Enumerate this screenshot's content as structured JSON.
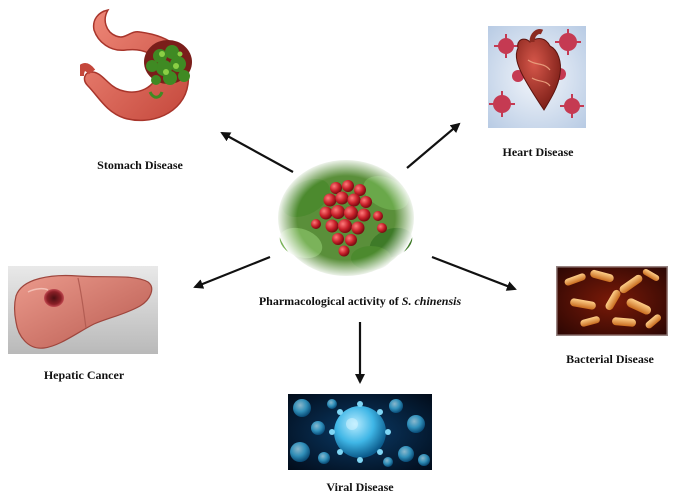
{
  "center": {
    "title_prefix": "Pharmacological activity of ",
    "title_species": "S. chinensis",
    "image": "schisandra-berries-illustration"
  },
  "nodes": [
    {
      "id": "stomach",
      "label": "Stomach Disease",
      "image": "stomach-illustration"
    },
    {
      "id": "heart",
      "label": "Heart Disease",
      "image": "heart-virus-illustration"
    },
    {
      "id": "liver",
      "label": "Hepatic Cancer",
      "image": "liver-tumor-illustration"
    },
    {
      "id": "bacteria",
      "label": "Bacterial Disease",
      "image": "bacteria-illustration"
    },
    {
      "id": "virus",
      "label": "Viral Disease",
      "image": "virus-illustration"
    }
  ],
  "colors": {
    "arrow": "#111111",
    "berry": "#c8202a",
    "leaf": "#3e8a2e",
    "stomach": "#e06a5a",
    "liver": "#d97a6f",
    "bacteria_bg": "#4a0d05",
    "bacteria": "#e79a3c",
    "virus_bg": "#041a33",
    "virus": "#3fb6e6",
    "heart_bg": "#cfe0f2"
  }
}
